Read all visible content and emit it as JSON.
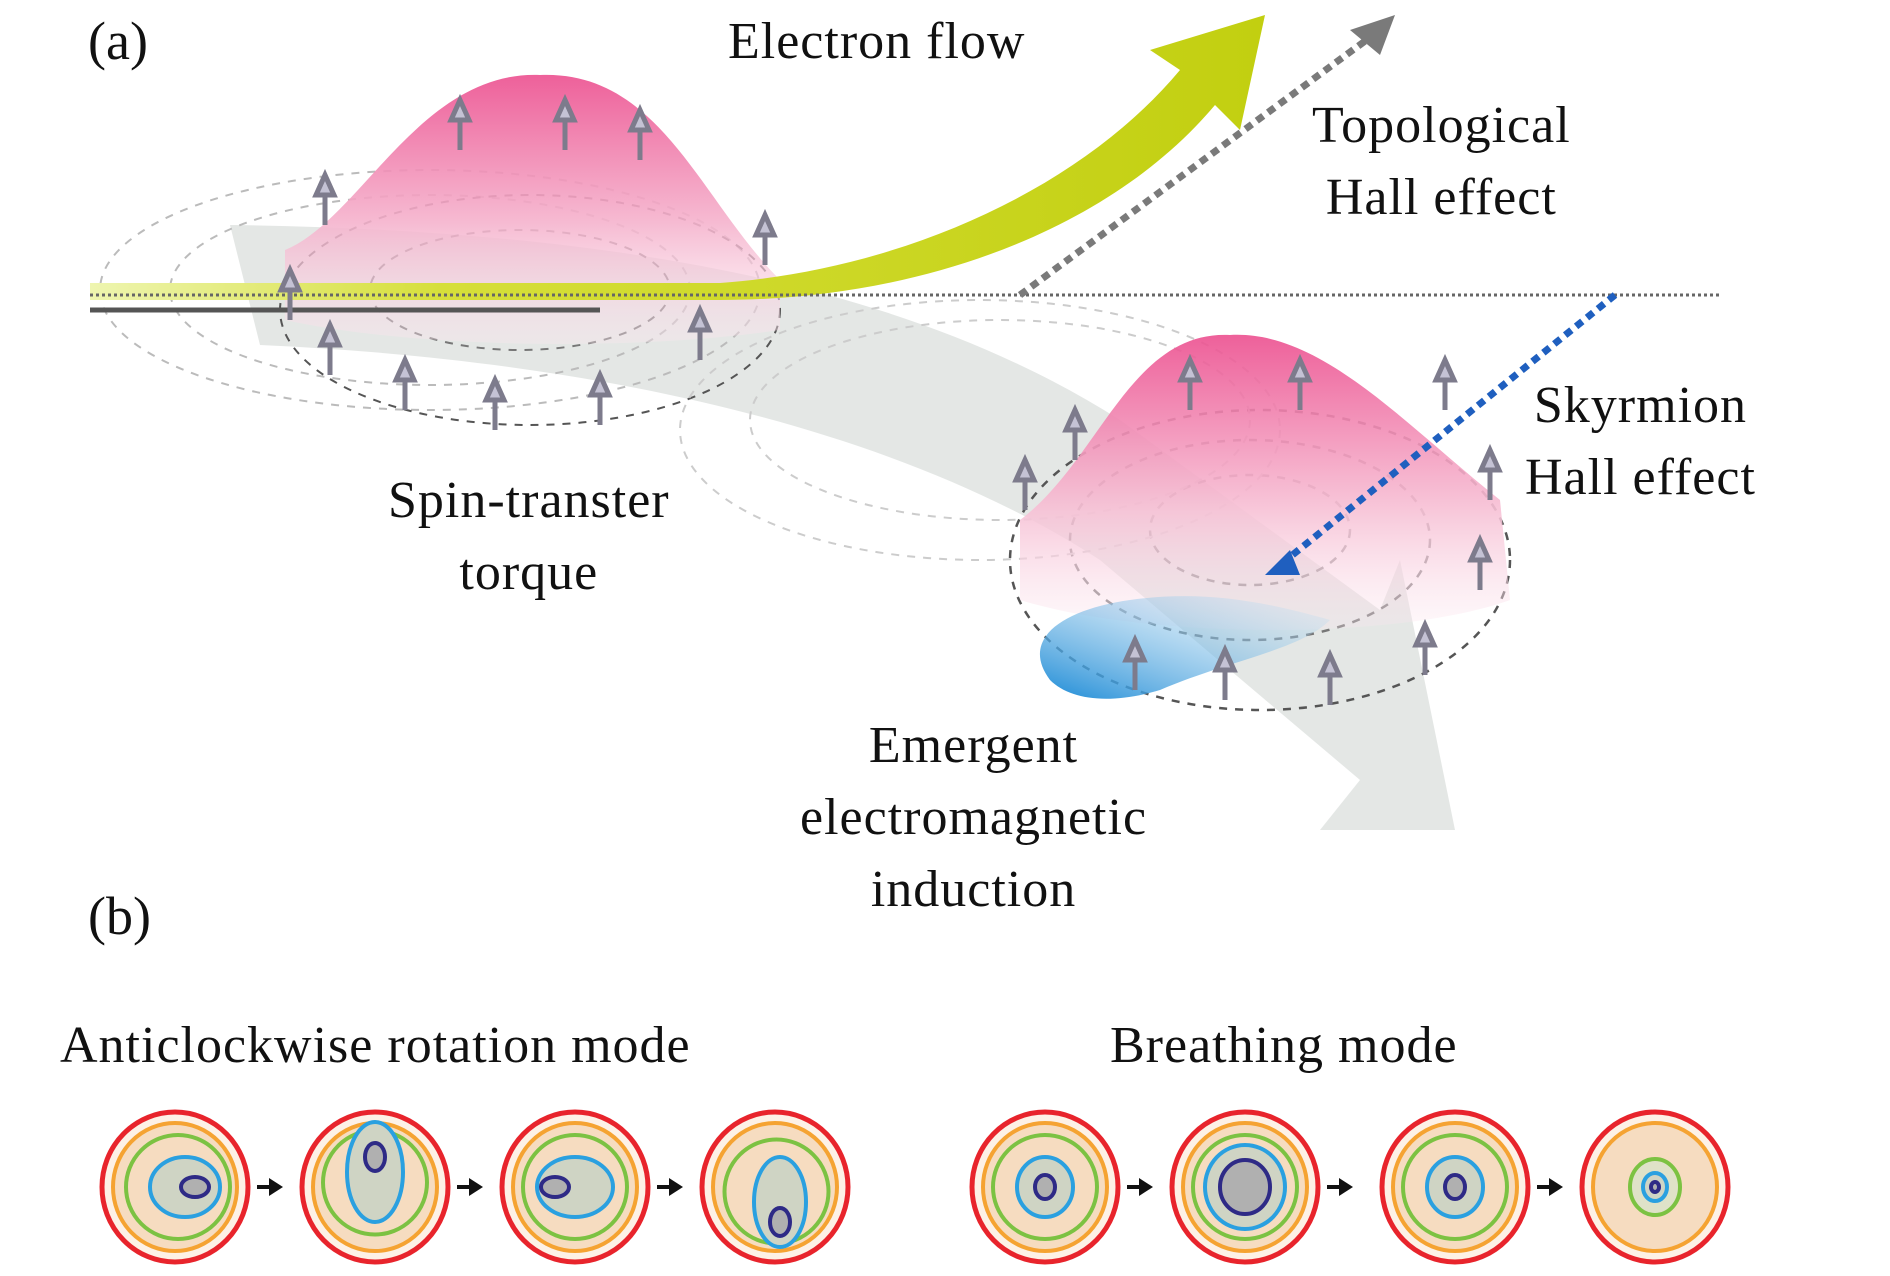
{
  "panel_a": {
    "tag": "(a)",
    "labels": {
      "electron_flow": "Electron flow",
      "topological_hall_1": "Topological",
      "topological_hall_2": "Hall effect",
      "skyrmion_hall_1": "Skyrmion",
      "skyrmion_hall_2": "Hall effect",
      "spin_transfer_1": "Spin-transter",
      "spin_transfer_2": "torque",
      "emergent_1": "Emergent",
      "emergent_2": "electromagnetic",
      "emergent_3": "induction"
    },
    "colors": {
      "electron_flow": "#c8d41e",
      "topological_hall": "#7a7a7a",
      "skyrmion_hall": "#1f5fbf",
      "skyrmion_peak": "#ec4f8f",
      "emergent_blob": "#1a8ad6",
      "motion_arrow": "#dfe3e0"
    }
  },
  "panel_b": {
    "tag": "(b)",
    "modes": [
      {
        "title": "Anticlockwise rotation mode",
        "frames": 4
      },
      {
        "title": "Breathing mode",
        "frames": 4
      }
    ],
    "ring_colors": {
      "outer": "#e8242c",
      "orange": "#f5a332",
      "green": "#7cc242",
      "blue": "#2aa0e0",
      "core": "#2e2a86",
      "fill": "#f6dcc0",
      "inner_fill": "#cfd4c4",
      "core_fill": "#b0b0b0"
    }
  }
}
